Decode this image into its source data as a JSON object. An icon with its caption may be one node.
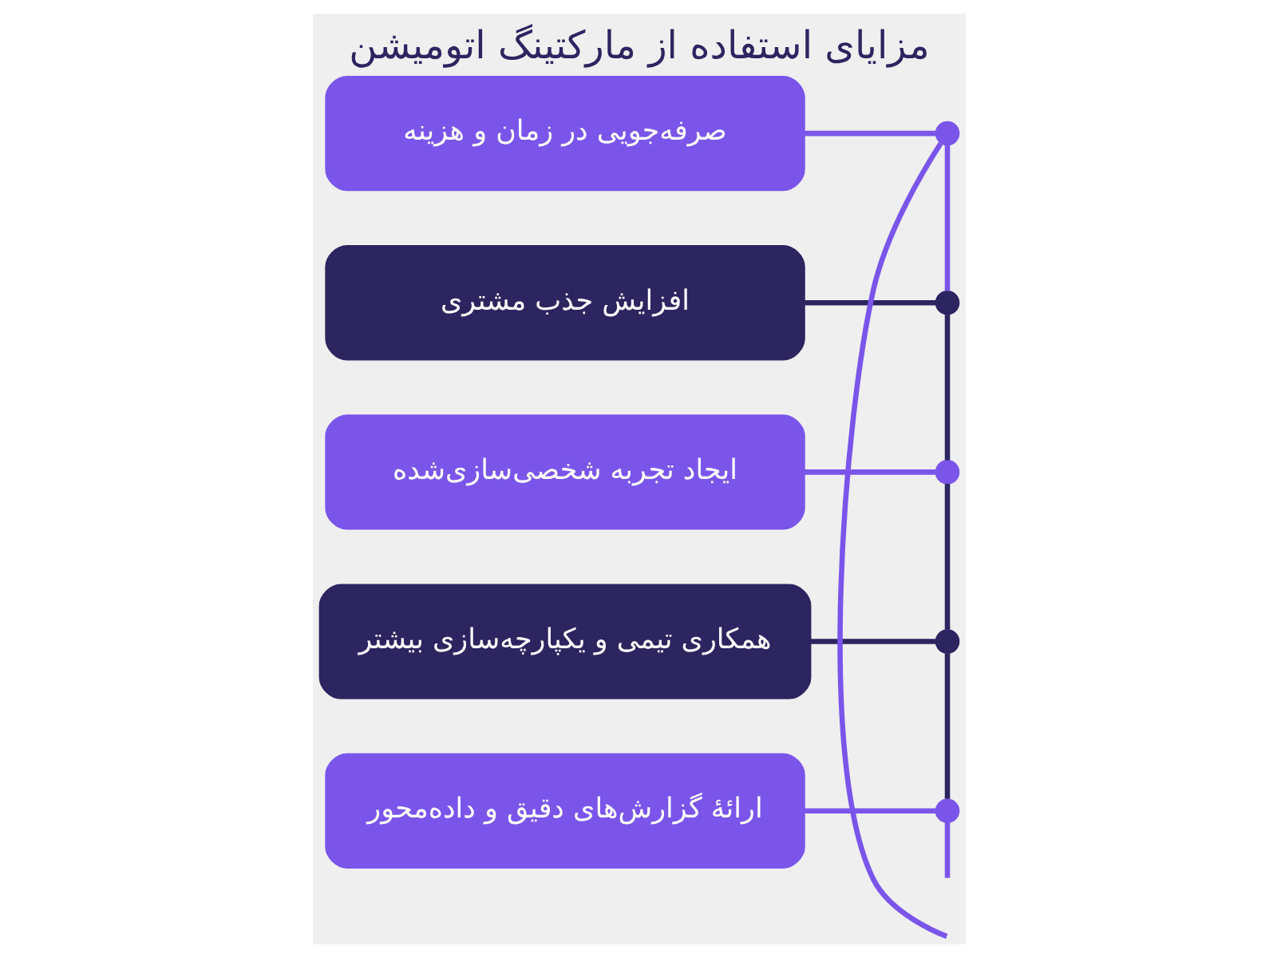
{
  "diagram": {
    "title": "مزایای استفاده از مارکتینگ اتومیشن",
    "nodes": [
      {
        "text": [
          "صرفه‌جویی در زمان و هزینه"
        ]
      },
      {
        "text": [
          "افزایش جذب مشتری"
        ]
      },
      {
        "text": [
          "ایجاد تجربه شخصی‌سازی‌شده"
        ]
      },
      {
        "text": [
          "همکاری تیمی و یکپارچه‌سازی بیشتر"
        ]
      },
      {
        "text": [
          "ارائهٔ گزارش‌های دقیق و داده‌محور"
        ]
      },
      {
        "text": [],
        "shape": "circle"
      },
      {
        "text": [],
        "shape": "circle"
      },
      {
        "text": [],
        "shape": "circle"
      },
      {
        "text": [],
        "shape": "circle"
      },
      {
        "text": [],
        "shape": "circle"
      }
    ],
    "edges": [
      {
        "from": 0,
        "to": 5,
        "arrow": "none",
        "color": "#7b55ea"
      },
      {
        "from": 1,
        "to": 6,
        "arrow": "none",
        "color": "#2c2560"
      },
      {
        "from": 2,
        "to": 7,
        "arrow": "none",
        "color": "#7b55ea"
      },
      {
        "from": 3,
        "to": 8,
        "arrow": "none",
        "color": "#2c2560"
      },
      {
        "from": 4,
        "to": 9,
        "arrow": "none",
        "color": "#7b55ea"
      },
      {
        "from": null,
        "to": 5,
        "arrow": "none",
        "color": "#7b55ea"
      },
      {
        "from": 5,
        "to": 6,
        "arrow": "none",
        "color": "#7b55ea"
      },
      {
        "from": 6,
        "to": 7,
        "arrow": "none",
        "color": "#2c2560"
      },
      {
        "from": 7,
        "to": 8,
        "arrow": "none",
        "color": "#2c2560"
      },
      {
        "from": 8,
        "to": 9,
        "arrow": "none",
        "color": "#2c2560"
      },
      {
        "from": 9,
        "to": null,
        "arrow": "none",
        "color": "#7b55ea"
      }
    ]
  }
}
